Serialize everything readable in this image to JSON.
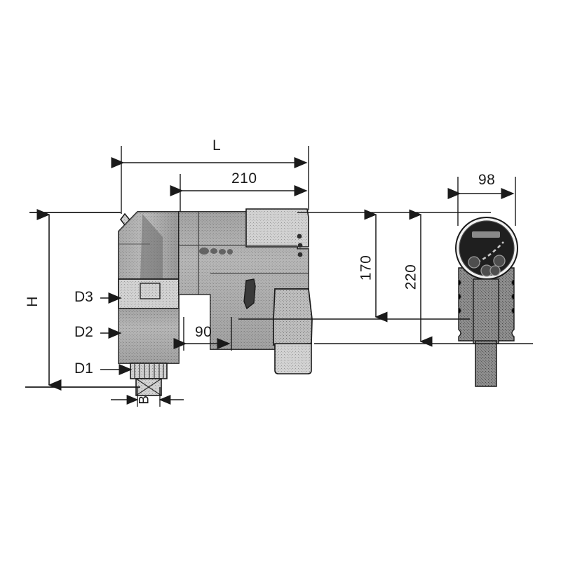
{
  "figure": {
    "type": "technical-dimension-drawing",
    "subject": "Right-angle pneumatic torque wrench with separate digital display unit",
    "background_color": "#ffffff",
    "line_color": "#1a1a1a"
  },
  "dimensions": {
    "overall_length": {
      "name": "L",
      "label": "L",
      "orientation": "horizontal",
      "unit": "mm",
      "value": null
    },
    "body_length": {
      "name": "210",
      "label": "210",
      "orientation": "horizontal",
      "unit": "mm",
      "value": 210
    },
    "grip_offset": {
      "name": "90",
      "label": "90",
      "orientation": "horizontal",
      "unit": "mm",
      "value": 90
    },
    "overall_height": {
      "name": "H",
      "label": "H",
      "orientation": "vertical",
      "unit": "mm",
      "value": null
    },
    "height_170": {
      "name": "170",
      "label": "170",
      "orientation": "vertical",
      "unit": "mm",
      "value": 170
    },
    "height_220": {
      "name": "220",
      "label": "220",
      "orientation": "vertical",
      "unit": "mm",
      "value": 220
    },
    "display_width": {
      "name": "98",
      "label": "98",
      "orientation": "horizontal",
      "unit": "mm",
      "value": 98
    },
    "square_drive": {
      "name": "B",
      "label": "B",
      "orientation": "horizontal",
      "unit": "mm",
      "value": null
    }
  },
  "callouts": [
    {
      "id": "d3",
      "label": "D3",
      "description": "upper collar diameter"
    },
    {
      "id": "d2",
      "label": "D2",
      "description": "mid housing diameter"
    },
    {
      "id": "d1",
      "label": "D1",
      "description": "output spindle diameter"
    }
  ],
  "colors": {
    "line": "#1a1a1a",
    "fill_light": "#c9c9c9",
    "fill_mid": "#a8a8a8",
    "fill_dark": "#7a7a7a",
    "fill_darkest": "#2b2b2b",
    "paper": "#ffffff"
  }
}
